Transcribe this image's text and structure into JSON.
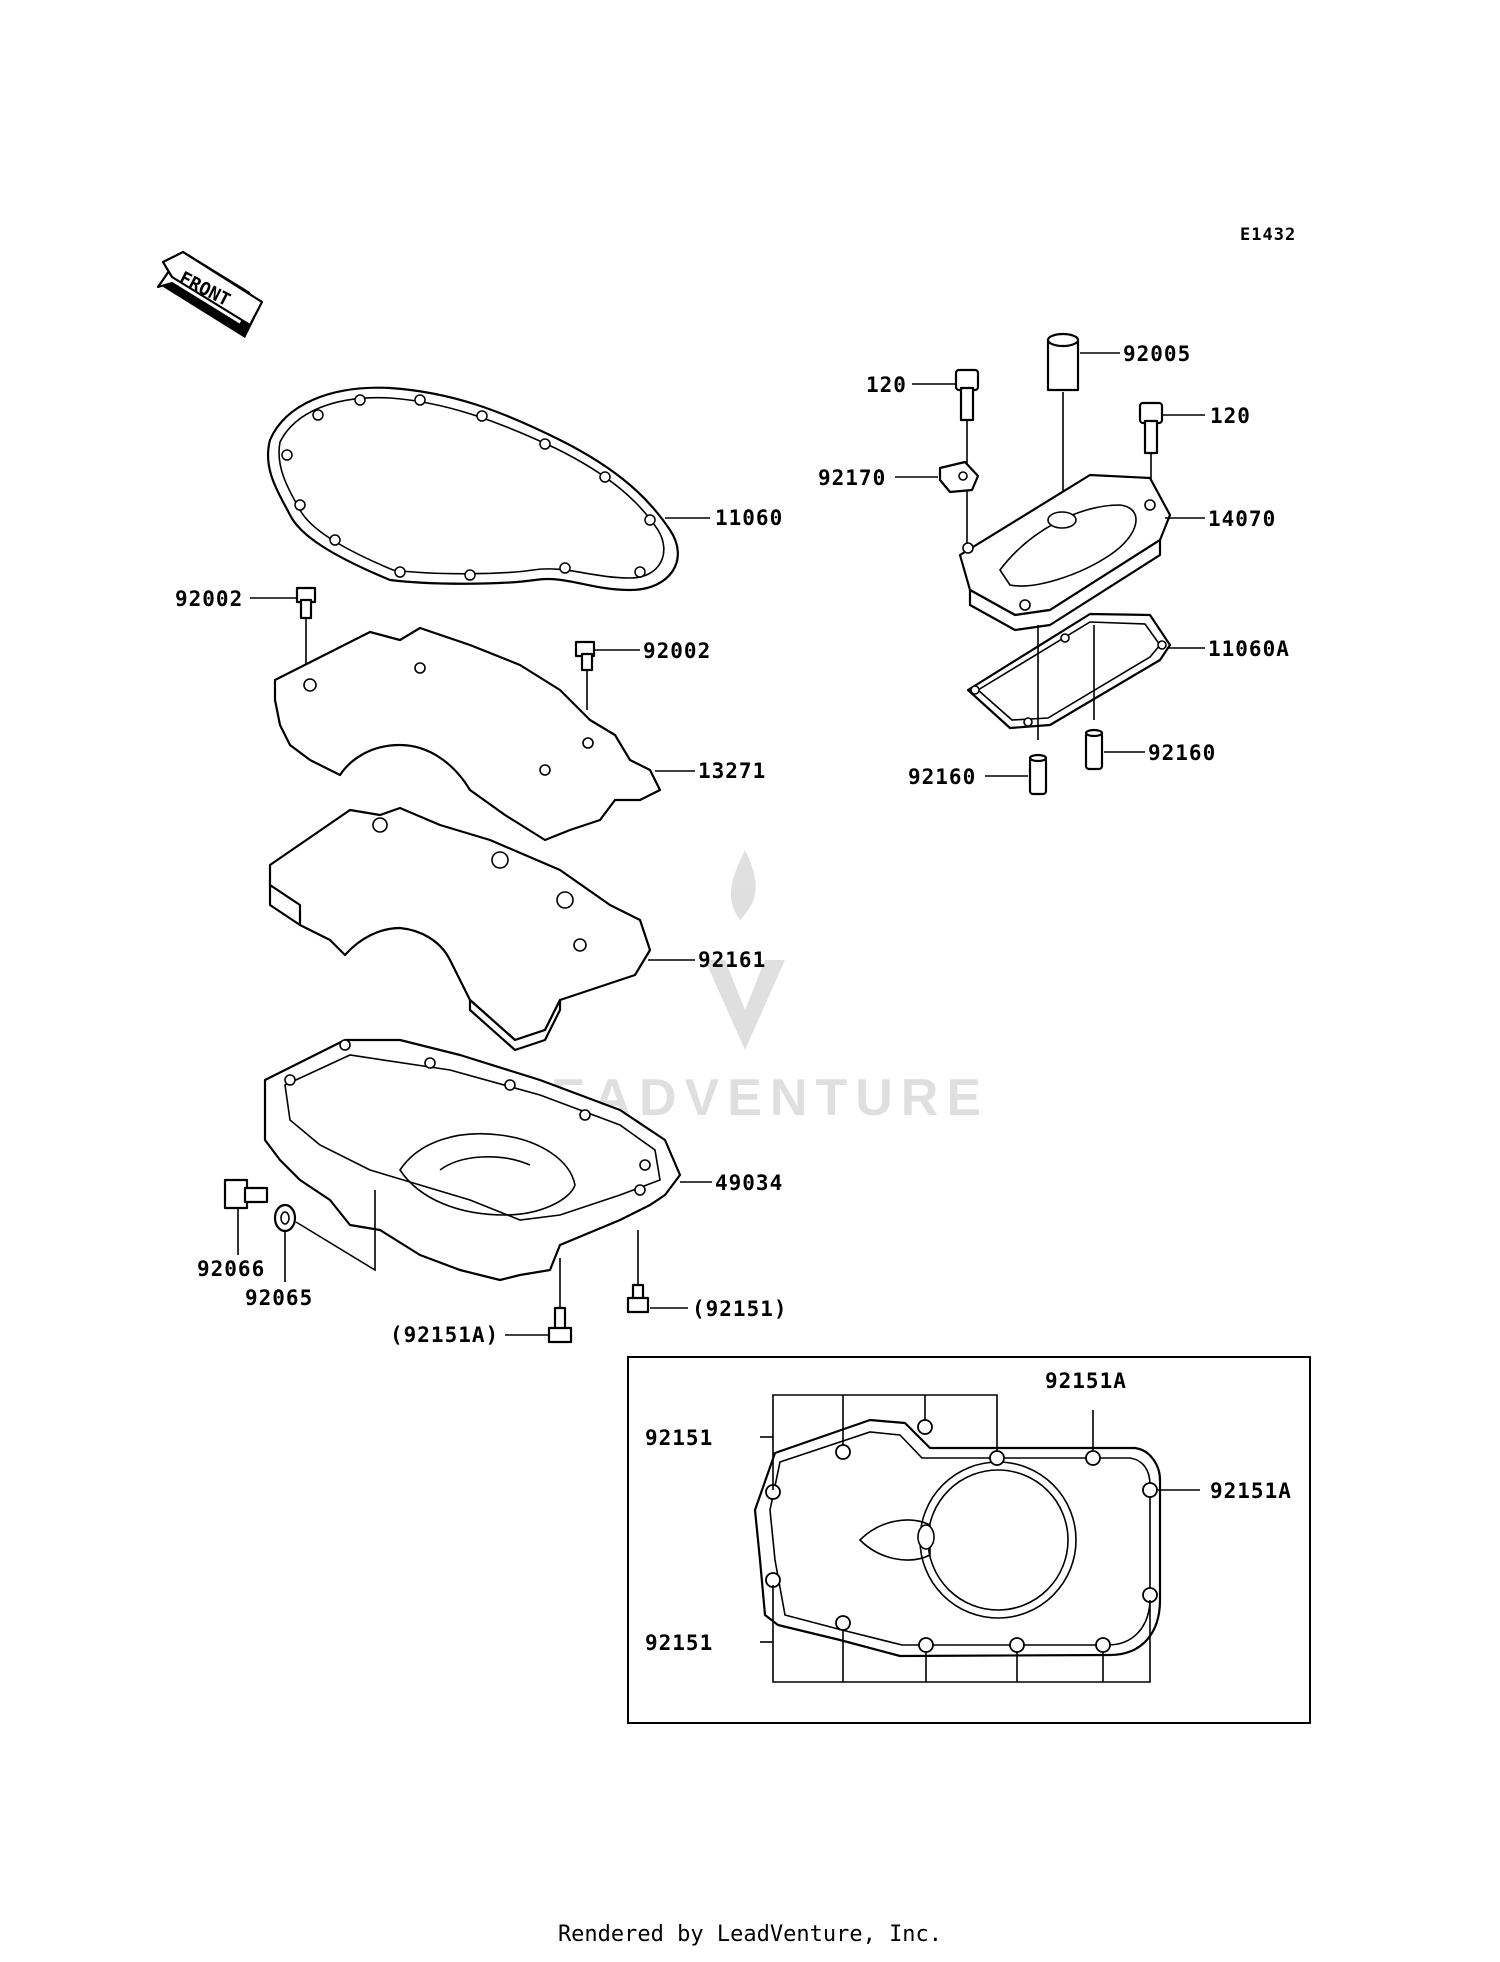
{
  "diagram_code": "E1432",
  "front_label": "FRONT",
  "watermark": "LEADVENTURE",
  "labels": {
    "gasket_top": "11060",
    "bolt_left": "92002",
    "bolt_right": "92002",
    "plate": "13271",
    "baffle": "92161",
    "oil_pan": "49034",
    "drain_plug": "92066",
    "washer": "92065",
    "bolt_92151": "(92151)",
    "bolt_92151a": "(92151A)",
    "cap_92005": "92005",
    "bolt_120_left": "120",
    "bolt_120_right": "120",
    "clamp": "92170",
    "cover": "14070",
    "gasket_cover": "11060A",
    "dowel_left": "92160",
    "dowel_right": "92160",
    "inset_top_right_1": "92151A",
    "inset_top_right_2": "92151A",
    "inset_left_top": "92151",
    "inset_left_bottom": "92151"
  },
  "footer": "Rendered by LeadVenture, Inc."
}
